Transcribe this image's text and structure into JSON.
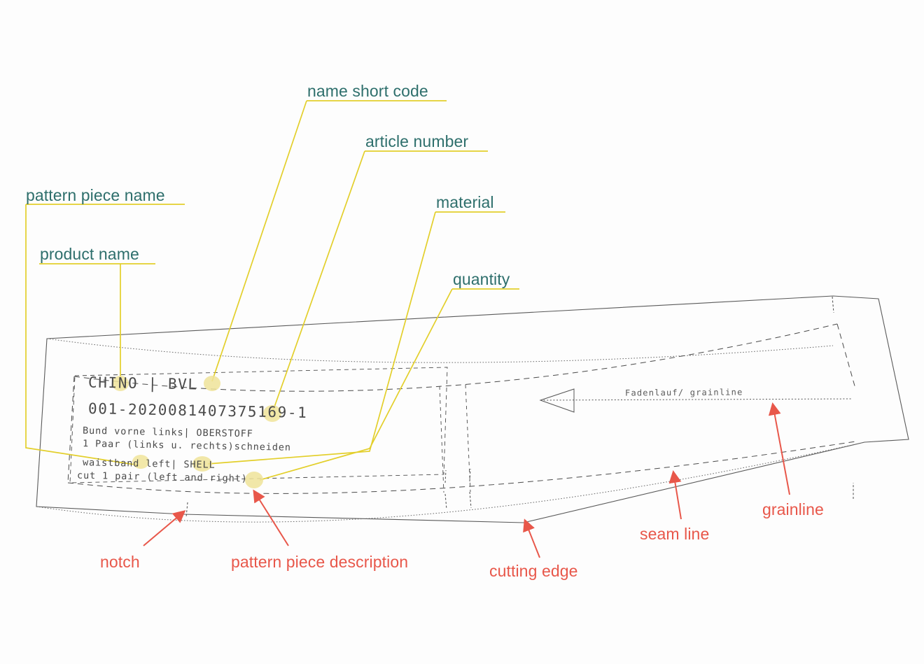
{
  "diagram": {
    "title": "Pattern piece annotation diagram",
    "description": "Technical sewing pattern piece (waistband) with labelled callouts",
    "background_color": "#fdfdfd"
  },
  "colors": {
    "teal_label": "#2e6f6c",
    "red_label": "#e8574a",
    "yellow_leader": "#e3cf2b",
    "yellow_highlight": "#f0e49a",
    "pattern_line": "#4a4a4a"
  },
  "teal_labels": [
    {
      "id": "pattern-piece-name",
      "text": "pattern piece name"
    },
    {
      "id": "product-name",
      "text": "product name"
    },
    {
      "id": "name-short-code",
      "text": "name short code"
    },
    {
      "id": "article-number",
      "text": "article number"
    },
    {
      "id": "material",
      "text": "material"
    },
    {
      "id": "quantity",
      "text": "quantity"
    }
  ],
  "red_labels": [
    {
      "id": "notch",
      "text": "notch"
    },
    {
      "id": "pattern-piece-description",
      "text": "pattern piece description"
    },
    {
      "id": "cutting-edge",
      "text": "cutting edge"
    },
    {
      "id": "seam-line",
      "text": "seam line"
    },
    {
      "id": "grainline",
      "text": "grainline"
    }
  ],
  "pattern_piece": {
    "name_line": "CHINO | BVL",
    "article_number": "001-2020081407375169-1",
    "description_de_line1": "Bund vorne links| OBERSTOFF",
    "description_de_line2": "1 Paar (links u. rechts)schneiden",
    "description_en_line1": "waistband left| SHELL",
    "description_en_line2": "cut 1 pair (left and right)",
    "grainline_text": "Fadenlauf/ grainline"
  }
}
